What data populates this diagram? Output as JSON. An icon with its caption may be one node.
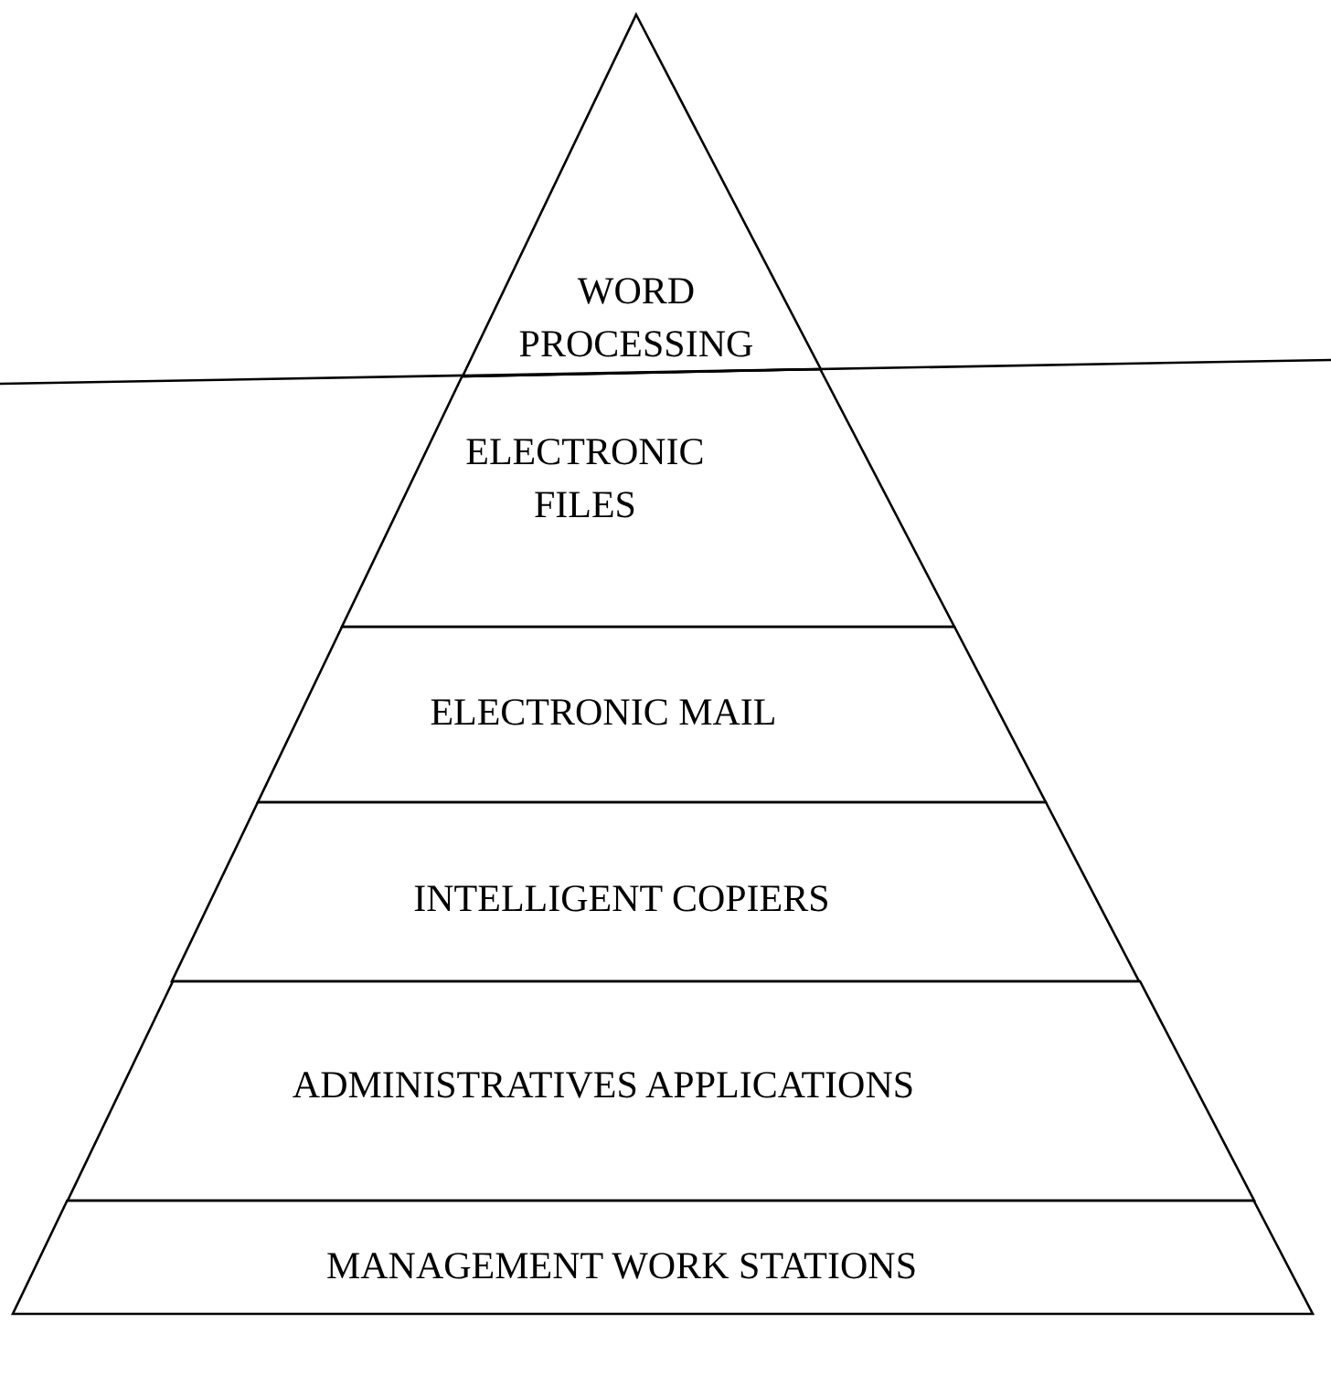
{
  "diagram": {
    "nodes": [
      {
        "text": [
          "WORD PROCESSING"
        ]
      },
      {
        "text": [
          "ELECTRONIC FILES"
        ]
      },
      {
        "text": [
          "ELECTRONIC MAIL"
        ]
      },
      {
        "text": [
          "INTELLIGENT COPIERS"
        ]
      },
      {
        "text": [
          "ADMINISTRATIVES APPLICATIONS"
        ]
      },
      {
        "text": [
          "MANAGEMENT WORK STATIONS"
        ]
      }
    ]
  }
}
